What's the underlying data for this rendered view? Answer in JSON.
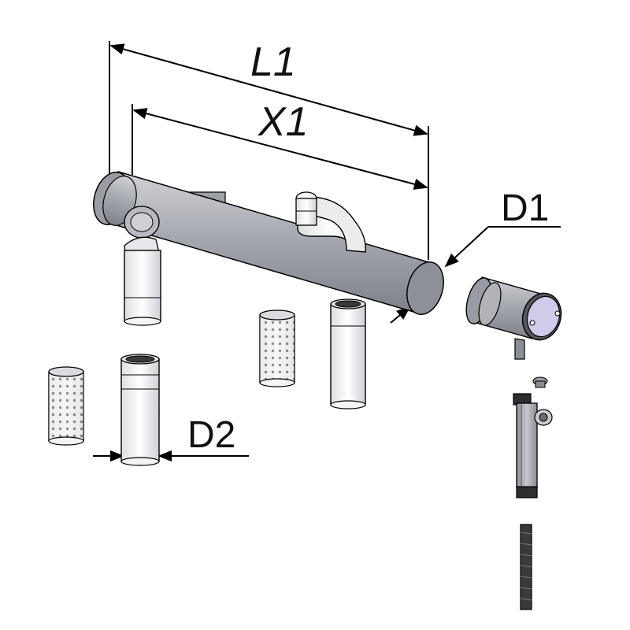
{
  "labels": {
    "l1": "L1",
    "x1": "X1",
    "d1": "D1",
    "d2": "D2"
  },
  "colors": {
    "line": "#000000",
    "metal": "#a9abb3",
    "metal_dark": "#7e8089",
    "metal_light": "#d8dade",
    "white_part": "#f4f4f6",
    "cap_face": "#cfcbe8",
    "rod": "#3a3a3a"
  }
}
